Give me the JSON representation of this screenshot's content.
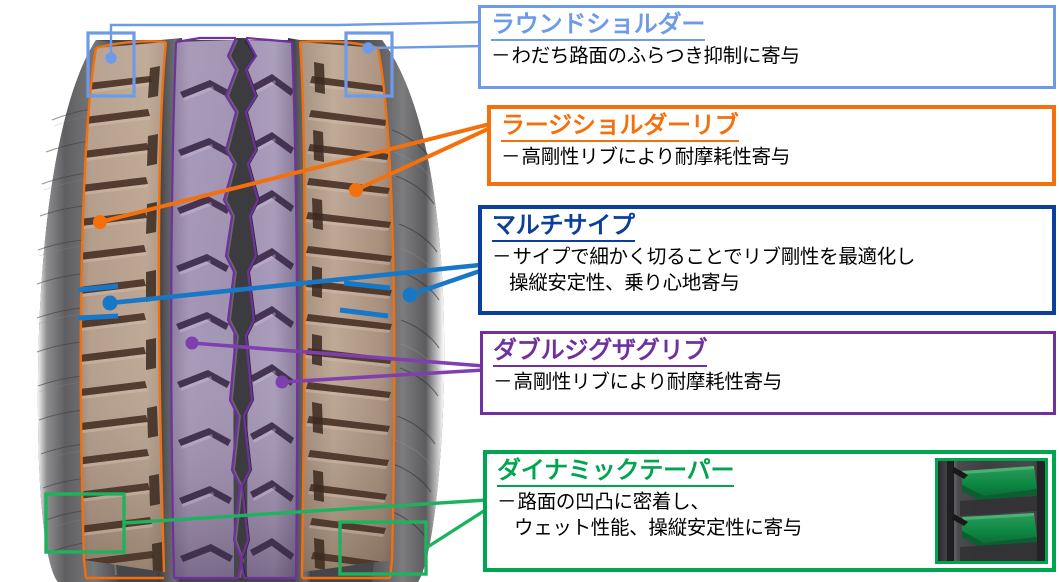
{
  "figure": {
    "subject": "tire-tread-pattern-diagram",
    "colors": {
      "round_shoulder": "#6E9BE8",
      "large_shoulder_rib": "#F4700C",
      "multi_sipe": "#0B3F9C",
      "double_zigzag_rib": "#7030A0",
      "dynamic_taper": "#00A550",
      "shoulder_rib_fill": "#B09684",
      "center_rib_fill": "#9B8CAE",
      "tread_dark": "#4A4A4C",
      "sidewall_dark": "#6E6E70",
      "description_text": "#000000",
      "background": "#FFFFFF"
    }
  },
  "callouts": [
    {
      "id": "round-shoulder",
      "title": "ラウンドショルダー",
      "desc_lines": [
        "わだち路面のふらつき抑制に寄与"
      ],
      "color": "#6E9BE8",
      "marker": "rectangle-pair"
    },
    {
      "id": "large-shoulder-rib",
      "title": "ラージショルダーリブ",
      "desc_lines": [
        "高剛性リブにより耐摩耗性寄与"
      ],
      "color": "#F4700C",
      "marker": "outline-region-pair"
    },
    {
      "id": "multi-sipe",
      "title": "マルチサイプ",
      "desc_lines": [
        "サイプで細かく切ることでリブ剛性を最適化し",
        "操縦安定性、乗り心地寄与"
      ],
      "color": "#0B3F9C",
      "marker": "sipe-line-pair"
    },
    {
      "id": "double-zigzag-rib",
      "title": "ダブルジグザグリブ",
      "desc_lines": [
        "高剛性リブにより耐摩耗性寄与"
      ],
      "color": "#7030A0",
      "marker": "outline-region-pair"
    },
    {
      "id": "dynamic-taper",
      "title": "ダイナミックテーパー",
      "desc_lines": [
        "路面の凹凸に密着し、",
        "ウェット性能、操縦安定性に寄与"
      ],
      "color": "#00A550",
      "marker": "rectangle-pair",
      "thumbnail": "tread-taper-closeup"
    }
  ],
  "dash": "－"
}
